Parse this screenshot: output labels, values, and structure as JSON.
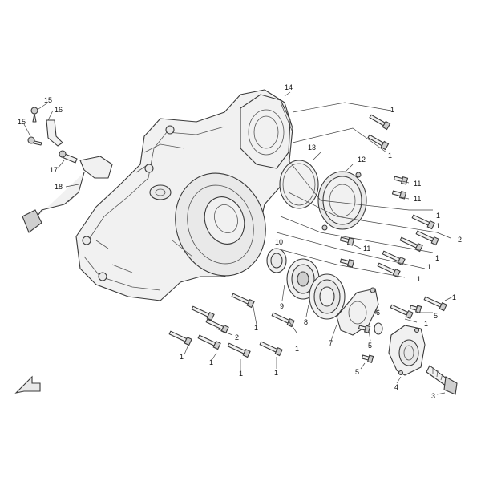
{
  "callouts": {
    "c1a": "1",
    "c1b": "1",
    "c1c": "1",
    "c1d": "1",
    "c1e": "1",
    "c1f": "1",
    "c1g": "1",
    "c1h": "1",
    "c1i": "1",
    "c1j": "1",
    "c1k": "1",
    "c1l": "1",
    "c1m": "1",
    "c1n": "1",
    "c2a": "2",
    "c2b": "2",
    "c3": "3",
    "c4": "4",
    "c5a": "5",
    "c5b": "5",
    "c5c": "5",
    "c6": "6",
    "c7": "7",
    "c8": "8",
    "c9": "9",
    "c10": "10",
    "c11a": "11",
    "c11b": "11",
    "c11c": "11",
    "c12": "12",
    "c13": "13",
    "c14": "14",
    "c15a": "15",
    "c15b": "15",
    "c16": "16",
    "c17": "17",
    "c18": "18"
  },
  "icons": {
    "direction": "front-arrow-icon"
  }
}
